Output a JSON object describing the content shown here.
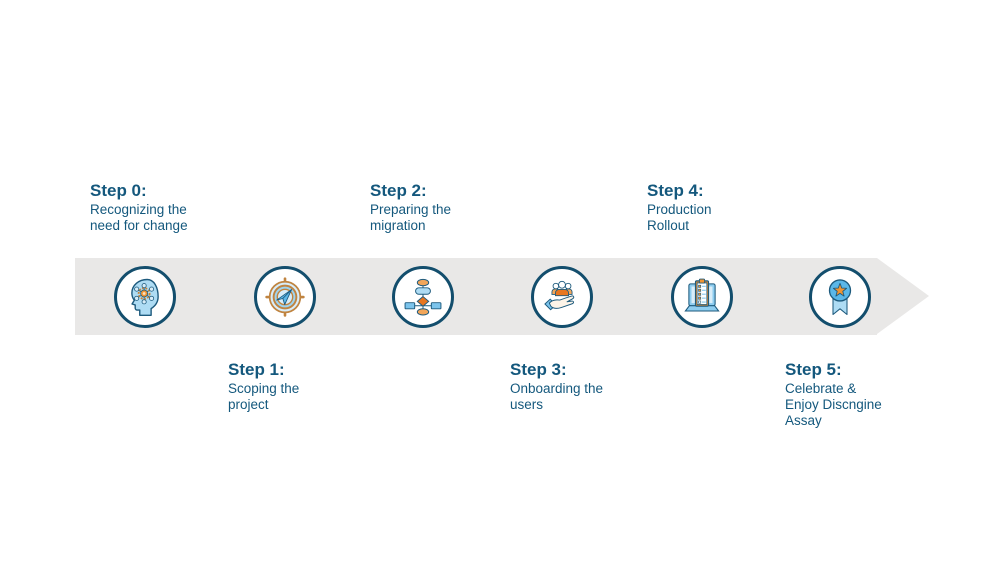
{
  "colors": {
    "text": "#14587d",
    "band": "#e9e8e7",
    "circle_border": "#134e6d",
    "icon_navy": "#1d5a7d",
    "icon_light_blue": "#aedcf4",
    "icon_mid_blue": "#5bb7e8",
    "icon_orange": "#ef9433",
    "icon_dark_orange": "#e8761f",
    "icon_tan": "#c08440"
  },
  "steps": [
    {
      "title": "Step 0:",
      "subtitle": "Recognizing the\nneed for change",
      "icon": "head-network-icon",
      "label_position": "above"
    },
    {
      "title": "Step 1:",
      "subtitle": "Scoping the\nproject",
      "icon": "target-arrow-icon",
      "label_position": "below"
    },
    {
      "title": "Step 2:",
      "subtitle": "Preparing the\nmigration",
      "icon": "flowchart-icon",
      "label_position": "above"
    },
    {
      "title": "Step 3:",
      "subtitle": "Onboarding the\nusers",
      "icon": "hand-people-icon",
      "label_position": "below"
    },
    {
      "title": "Step 4:",
      "subtitle": "Production\nRollout",
      "icon": "laptop-checklist-icon",
      "label_position": "above"
    },
    {
      "title": "Step 5:",
      "subtitle": "Celebrate &\nEnjoy Discngine\nAssay",
      "icon": "award-ribbon-icon",
      "label_position": "below"
    }
  ]
}
